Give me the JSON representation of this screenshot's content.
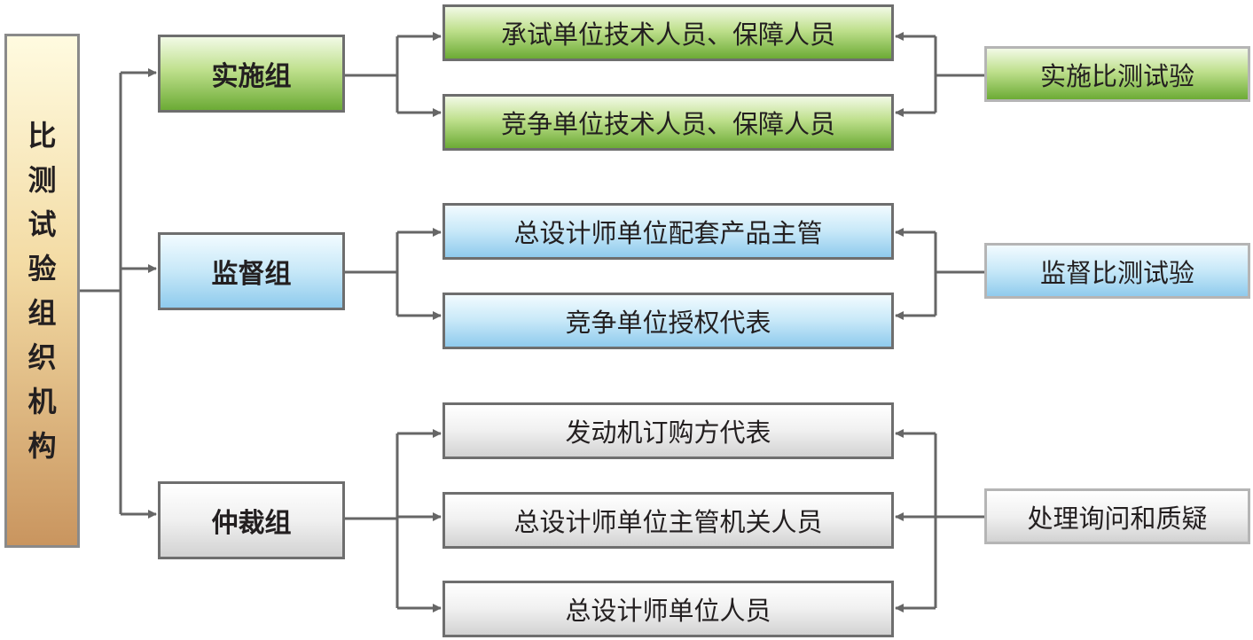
{
  "root": {
    "chars": [
      "比",
      "测",
      "试",
      "验",
      "组",
      "织",
      "机",
      "构"
    ]
  },
  "groups": [
    {
      "label": "实施组",
      "color": "green",
      "members": [
        "承试单位技术人员、保障人员",
        "竞争单位技术人员、保障人员"
      ],
      "function": "实施比测试验"
    },
    {
      "label": "监督组",
      "color": "blue",
      "members": [
        "总设计师单位配套产品主管",
        "竞争单位授权代表"
      ],
      "function": "监督比测试验"
    },
    {
      "label": "仲裁组",
      "color": "gray",
      "members": [
        "发动机订购方代表",
        "总设计师单位主管机关人员",
        "总设计师单位人员"
      ],
      "function": "处理询问和质疑"
    }
  ],
  "colors": {
    "green": [
      "#f2fae6",
      "#bfe08d",
      "#6cab35"
    ],
    "blue": [
      "#f2fbff",
      "#c7e8f8",
      "#8fcbed"
    ],
    "gray": [
      "#ffffff",
      "#f0f0f0",
      "#d2d2d2"
    ],
    "root": [
      "#fffbe0",
      "#f3dba4",
      "#c9955f"
    ],
    "connector": "#666666"
  }
}
